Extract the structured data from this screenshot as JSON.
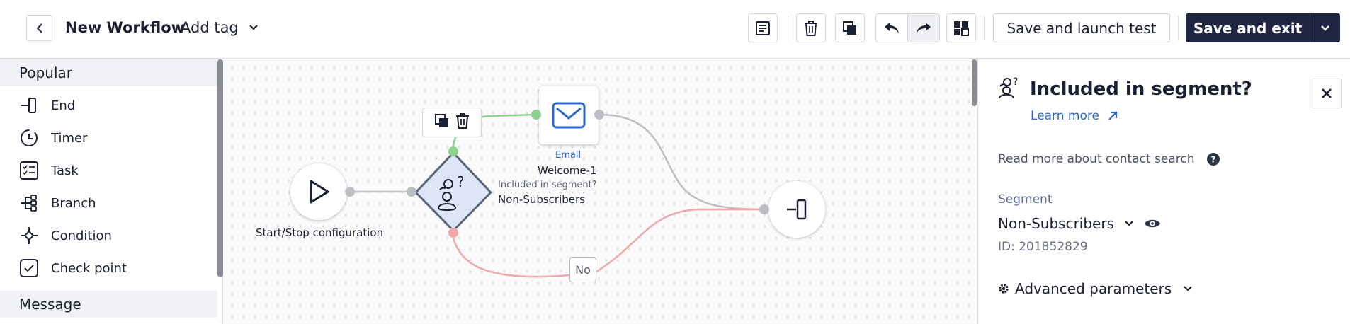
{
  "header": {
    "workflow_title": "New Workflow",
    "add_tag_label": "Add tag",
    "launch_test_label": "Save and launch test",
    "save_exit_label": "Save and exit"
  },
  "sidebar": {
    "categories": [
      "Popular",
      "Message"
    ],
    "items": [
      {
        "label": "End",
        "icon": "end-icon"
      },
      {
        "label": "Timer",
        "icon": "timer-icon"
      },
      {
        "label": "Task",
        "icon": "task-icon"
      },
      {
        "label": "Branch",
        "icon": "branch-icon"
      },
      {
        "label": "Condition",
        "icon": "condition-icon"
      },
      {
        "label": "Check point",
        "icon": "checkpoint-icon"
      }
    ]
  },
  "canvas": {
    "start_node_label": "Start/Stop configuration",
    "email_node_type": "Email",
    "email_node_label": "Welcome-1",
    "segment_node_type": "Included in segment?",
    "segment_node_label": "Non-Subscribers",
    "no_branch_label": "No"
  },
  "panel": {
    "title": "Included in segment?",
    "learn_more": "Learn more",
    "read_more": "Read more about contact search",
    "segment_label": "Segment",
    "segment_value": "Non-Subscribers",
    "segment_id": "ID: 201852829",
    "advanced": "Advanced parameters"
  },
  "colors": {
    "primary_dark": "#1d2540",
    "link_blue": "#2c68c9",
    "yes_edge": "#8fd18f",
    "no_edge": "#f0a8a8",
    "condition_fill": "#dde6f7"
  }
}
